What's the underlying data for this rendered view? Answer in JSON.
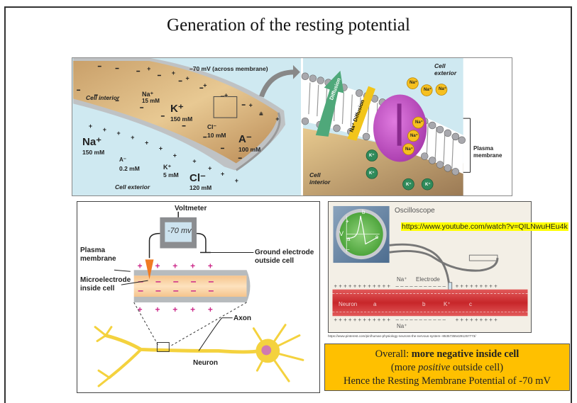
{
  "slide": {
    "title": "Generation of the resting potential"
  },
  "top_left_diagram": {
    "membrane_potential": "–70 mV (across membrane)",
    "interior_label": "Cell interior",
    "exterior_label": "Cell exterior",
    "interior_ions": [
      {
        "ion": "Na⁺",
        "concentration": "15 mM"
      },
      {
        "ion": "K⁺",
        "concentration": "150 mM"
      },
      {
        "ion": "Cl⁻",
        "concentration": "10 mM"
      },
      {
        "ion": "A⁻",
        "concentration": "100 mM"
      }
    ],
    "exterior_ions": [
      {
        "ion": "Na⁺",
        "concentration": "150 mM"
      },
      {
        "ion": "A⁻",
        "concentration": "0.2 mM"
      },
      {
        "ion": "K⁺",
        "concentration": "5 mM"
      },
      {
        "ion": "Cl⁻",
        "concentration": "120 mM"
      }
    ]
  },
  "top_right_diagram": {
    "exterior_label": "Cell exterior",
    "interior_label": "Cell interior",
    "k_channel_label": "Diffusion",
    "k_channel_ion": "K⁺",
    "na_channel_label": "Na⁺ Diffusion",
    "membrane_label": "Plasma membrane",
    "na_ion": "Na⁺",
    "k_ion": "K⁺"
  },
  "bottom_left_diagram": {
    "voltmeter_label": "Voltmeter",
    "voltmeter_reading": "-70 mv",
    "plasma_membrane_label": "Plasma membrane",
    "ground_electrode_label": "Ground electrode outside cell",
    "microelectrode_label": "Microelectrode inside cell",
    "axon_label": "Axon",
    "neuron_label": "Neuron",
    "plus": "+",
    "minus": "−"
  },
  "bottom_right_diagram": {
    "oscilloscope_label": "Oscilloscope",
    "electrode_label": "Electrode",
    "neuron_label": "Neuron",
    "region_a": "a",
    "region_b": "b",
    "region_c": "c",
    "na_label": "Na⁺",
    "k_label": "K⁺",
    "screen_v": "V",
    "screen_plus": "+",
    "screen_minus": "−"
  },
  "links": {
    "youtube_url": "https://www.youtube.com/watch?v=QILNwuHEu4k",
    "pinterest_url": "https://www.pinterest.com/pin/human-physiology-neurons-the-nervous-system--853573554291257773/"
  },
  "summary_box": {
    "line1_prefix": "Overall: ",
    "line1_bold": "more negative inside cell",
    "line2_prefix": "(more ",
    "line2_italic": "positive",
    "line2_suffix": " outside cell)",
    "line3": "Hence the Resting Membrane Potential of -70 mV"
  }
}
